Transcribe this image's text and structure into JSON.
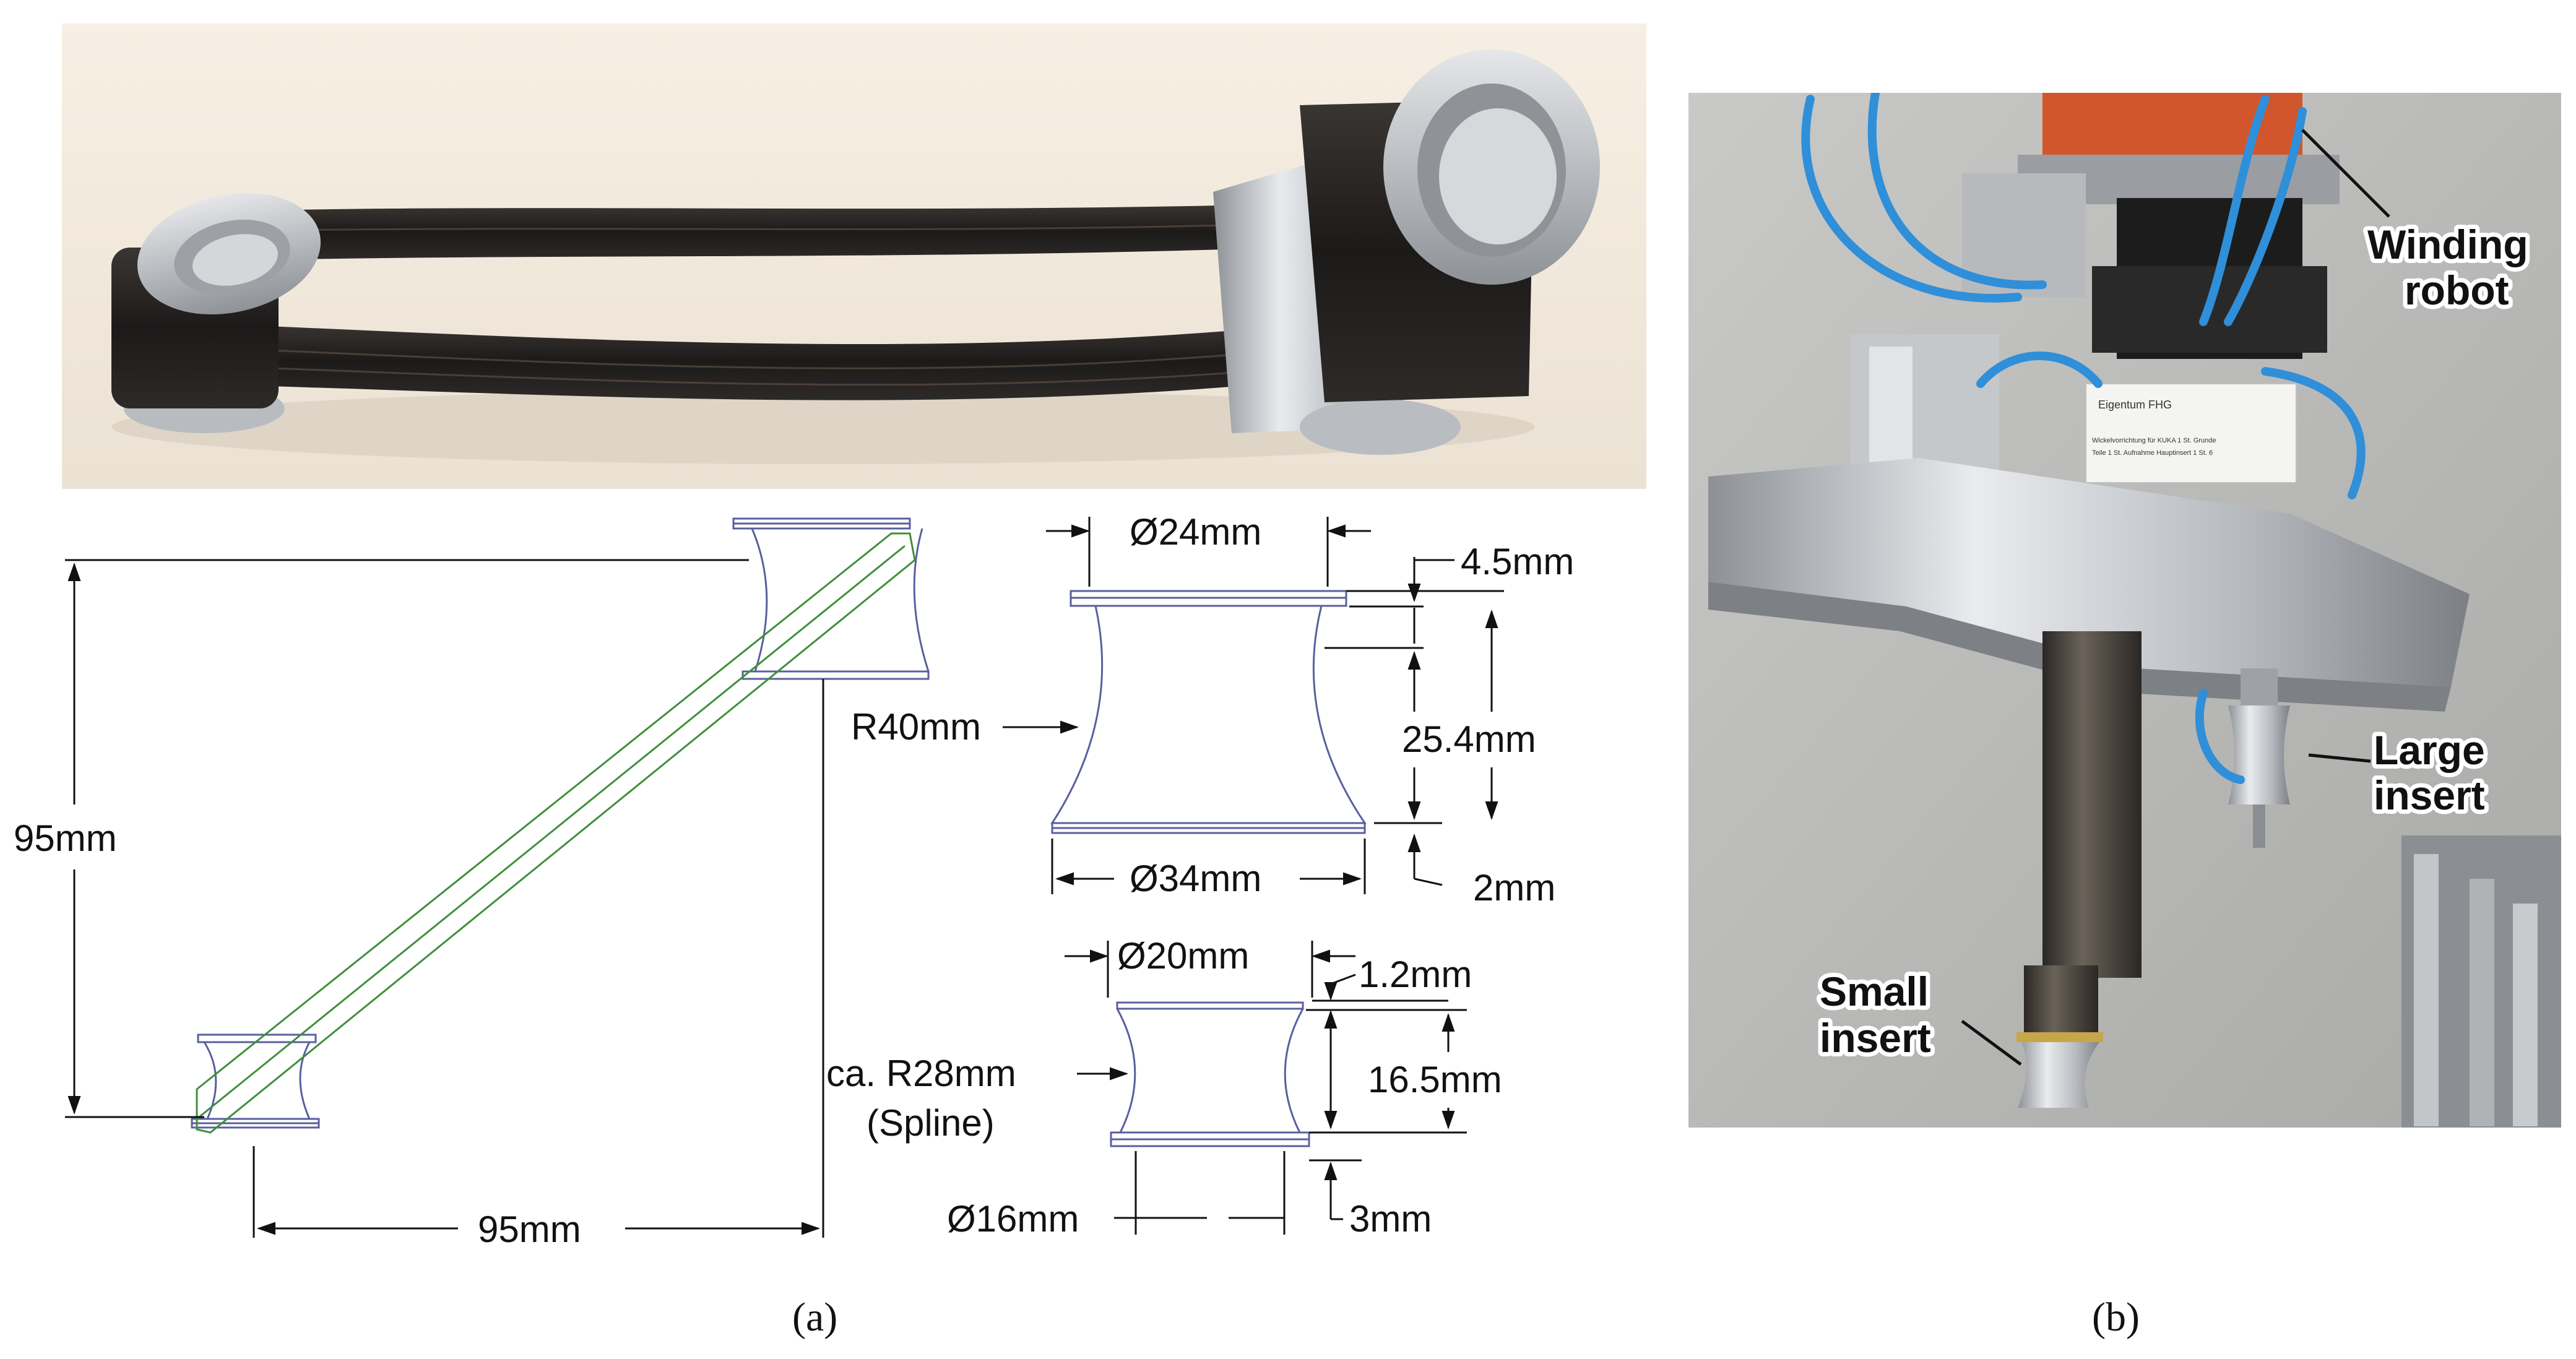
{
  "panel_a": {
    "caption_label": "(a)",
    "assembly": {
      "height_label": "95mm",
      "width_label": "95mm"
    },
    "large_insert": {
      "top_diameter": "Ø24mm",
      "flange_thickness": "4.5mm",
      "radius": "R40mm",
      "height": "25.4mm",
      "bottom_diameter": "Ø34mm",
      "base_thickness": "2mm"
    },
    "small_insert": {
      "top_diameter": "Ø20mm",
      "flange_thickness": "1.2mm",
      "radius_line1": "ca. R28mm",
      "radius_line2": "(Spline)",
      "height": "16.5mm",
      "bottom_diameter": "Ø16mm",
      "base_thickness": "3mm"
    }
  },
  "panel_b": {
    "caption_label": "(b)",
    "callouts": {
      "winding_robot_line1": "Winding",
      "winding_robot_line2": "robot",
      "large_insert_line1": "Large",
      "large_insert_line2": "insert",
      "small_insert_line1": "Small",
      "small_insert_line2": "insert"
    },
    "sticker_line1": "Eigentum FHG",
    "sticker_line2": "Wickelvorrichtung für KUKA 1 St. Grunde",
    "sticker_line3": "Teile 1 St. Aufnahme Hauptinsert 1 St. 6"
  },
  "colors": {
    "outline": "#5a5f9e",
    "roving": "#3f8f3a",
    "dimension": "#111111",
    "aluminium": "#c9ccd0",
    "carbon_fiber": "#1f1d1c",
    "robot_orange": "#d2562b",
    "pneumatic_tube": "#2f8fd9"
  }
}
